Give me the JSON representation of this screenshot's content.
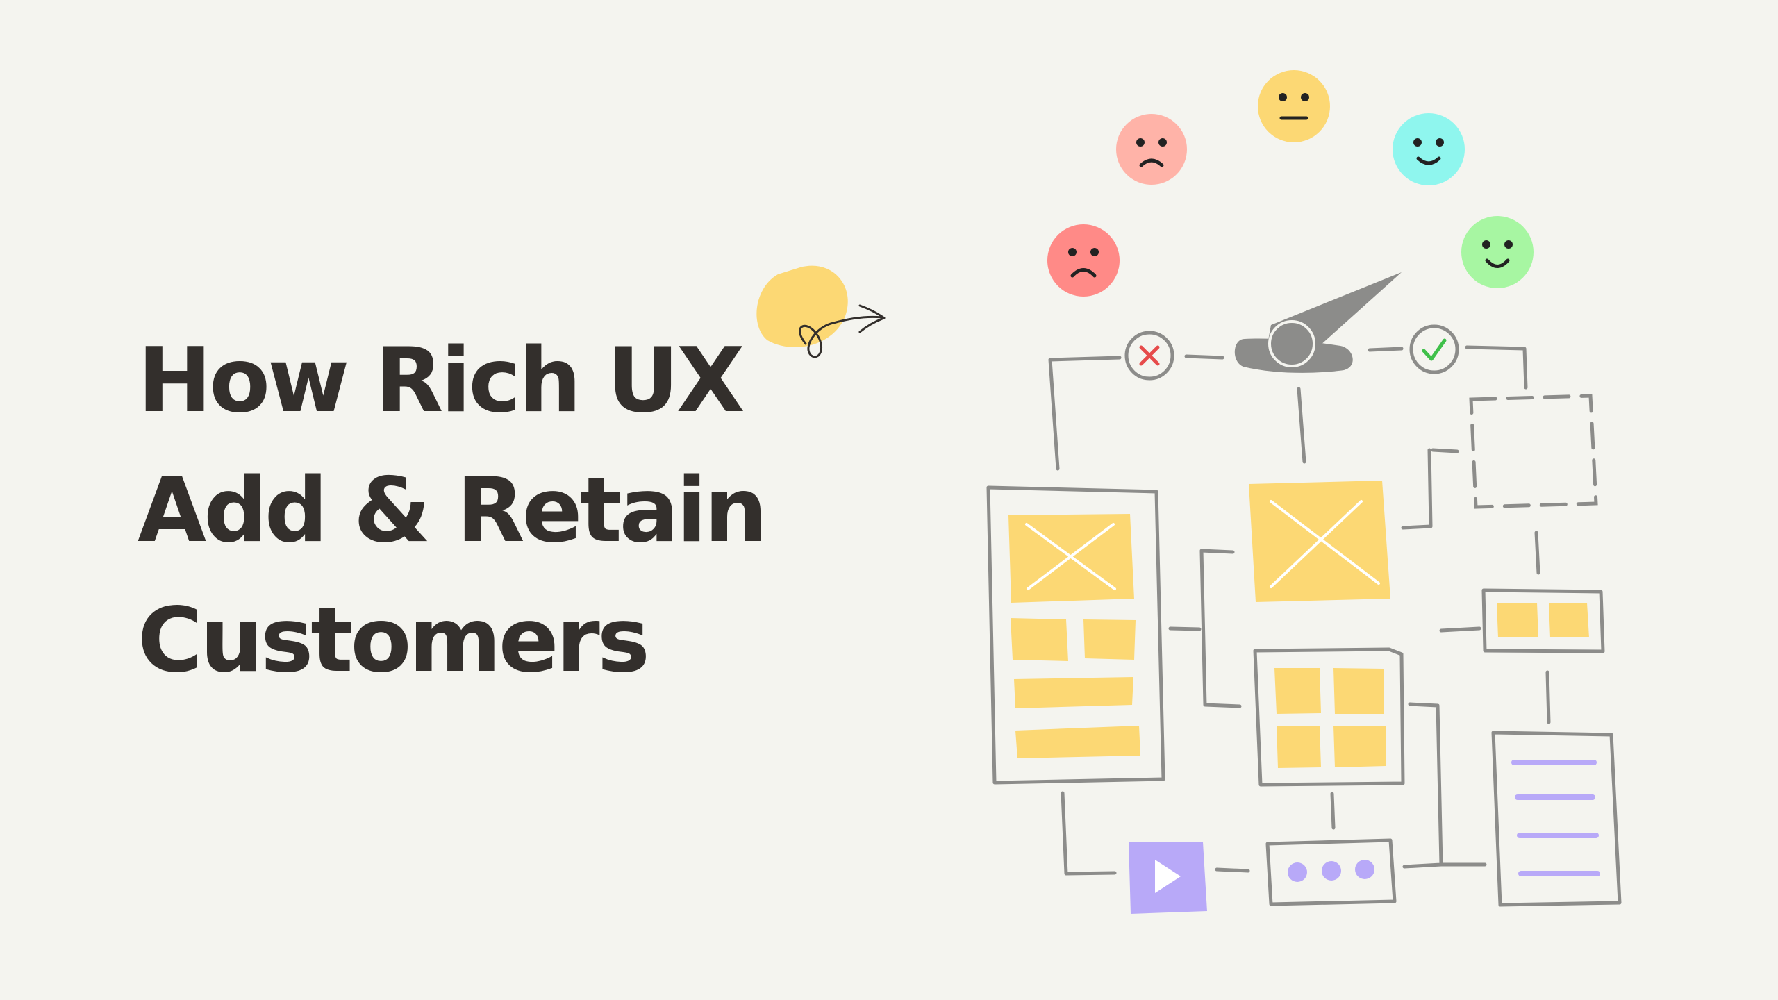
{
  "headline": {
    "line1": "How Rich UX",
    "line2": "Add & Retain",
    "line3": "Customers"
  },
  "colors": {
    "background": "#f4f4ef",
    "text": "#332f2c",
    "wire": "#8c8c8a",
    "yellow": "#fcd874",
    "purple": "#b8a9f8",
    "face_very_sad": "#ff8a87",
    "face_sad": "#ffb3a8",
    "face_neutral": "#fcd874",
    "face_content": "#8ff6ee",
    "face_happy": "#a7f6a2",
    "reject": "#e64b4b",
    "accept": "#3fc04a"
  },
  "icons": {
    "decor": "yellow-blob-with-squiggle-arrow",
    "feedback": [
      "very-sad-face",
      "sad-face",
      "neutral-face",
      "content-face",
      "happy-face"
    ],
    "gauge": "rating-gauge",
    "decision": [
      "reject-x-circle",
      "accept-check-circle"
    ],
    "media": [
      "video-play",
      "dots-menu"
    ]
  }
}
